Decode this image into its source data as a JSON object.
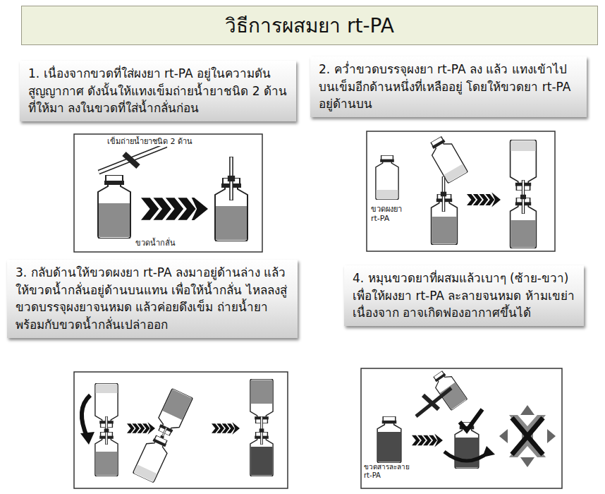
{
  "diagram": {
    "title": "วิธีการผสมยา rt-PA",
    "nodes": [
      {
        "text": [
          "วิธีการผสมยา rt-PA"
        ]
      },
      {
        "text": [
          "1. เนื่องจากขวดที่ใส่ผงยา rt-PA อยู่ในความดัน สูญญากาศ ดังนั้นให้แทงเข็มถ่ายน้ำยาชนิด 2 ด้านที่ให้มา ลงในขวดที่ใส่น้ำกลั่นก่อน"
        ]
      },
      {
        "text": [
          "2. คว่ำขวดบรรจุผงยา rt-PA ลง แล้ว แทงเข้าไปบนเข็มอีกด้านหนึ่งที่เหลืออยู่ โดยให้ขวดยา rt-PA อยู่ด้านบน"
        ]
      },
      {
        "text": [
          "3. กลับด้านให้ขวดผงยา rt-PA ลงมาอยู่ด้านล่าง แล้วให้ขวดน้ำกลั่นอยู่ด้านบนแทน เพื่อให้น้ำกลั่น ไหลลงสู่ขวดบรรจุผงยาจนหมด แล้วค่อยดึงเข็ม ถ่ายน้ำยาพร้อมกับขวดน้ำกลั่นเปล่าออก"
        ]
      },
      {
        "text": [
          "4. หมุนขวดยาที่ผสมแล้วเบาๆ (ซ้าย-ขวา) เพื่อให้ผงยา rt-PA ละลายจนหมด ห้ามเขย่า เนื่องจาก อาจเกิดฟองอากาศขึ้นได้"
        ]
      }
    ],
    "labels": [
      "เข็มถ่ายน้ำยาชนิด 2 ด้าน",
      "ขวดน้ำกลั่น",
      "ขวดผงยา rt-PA",
      "ขวดสารละลาย rt-PA"
    ]
  }
}
